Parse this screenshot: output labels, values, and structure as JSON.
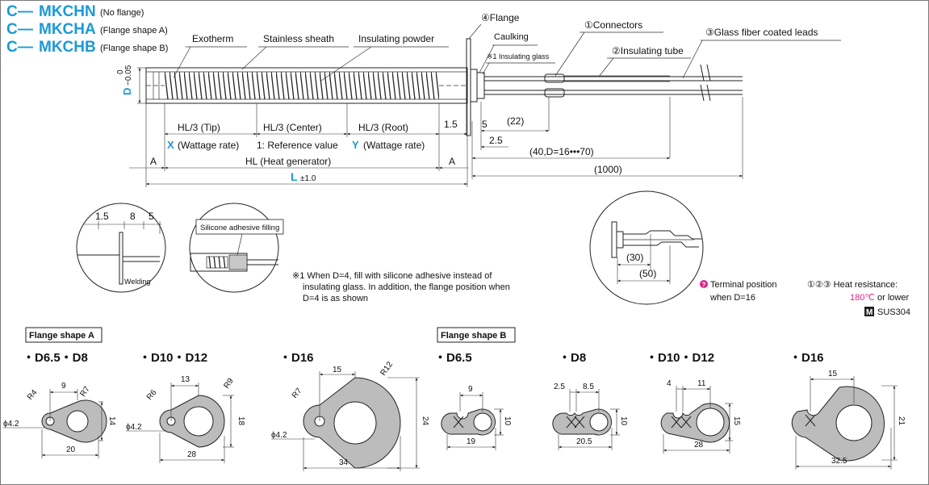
{
  "models": {
    "c_prefix": "C",
    "dash": "—",
    "mkchn": "MKCHN",
    "mkchn_note": "(No flange)",
    "mkcha": "MKCHA",
    "mkcha_note": "(Flange shape A)",
    "mkchb": "MKCHB",
    "mkchb_note": "(Flange shape B)"
  },
  "labels": {
    "exotherm": "Exotherm",
    "stainless_sheath": "Stainless sheath",
    "insulating_powder": "Insulating powder",
    "flange": "④Flange",
    "caulking": "Caulking",
    "insulating_glass": "※1 Insulating glass",
    "connectors": "①Connectors",
    "insulating_tube": "②Insulating tube",
    "glass_fiber_leads": "③Glass fiber coated leads",
    "diameter_d": "D",
    "tol_zero": "0",
    "tol_minus": "−0.05"
  },
  "dims": {
    "hl3_tip": "HL/3 (Tip)",
    "hl3_center": "HL/3 (Center)",
    "hl3_root": "HL/3 (Root)",
    "x_letter": "X",
    "x_wattage": "(Wattage rate)",
    "reference": "1: Reference value",
    "y_letter": "Y",
    "y_wattage": "(Wattage rate)",
    "a_left": "A",
    "hl": "HL (Heat generator)",
    "a_right": "A",
    "l_letter": "L",
    "l_tol": "±1.0",
    "d_1_5": "1.5",
    "d_5": "5",
    "d_22": "(22)",
    "d_2_5": "2.5",
    "d_40": "(40,D=16•••70)",
    "d_1000": "(1000)"
  },
  "detail": {
    "c1": "1.5",
    "c8": "8",
    "c5": "5",
    "welding": "Welding",
    "silicone": "Silicone adhesive filling",
    "note_line1": "※1 When D=4, fill with silicone adhesive instead of",
    "note_line2": "insulating glass. In addition, the flange position when",
    "note_line3": "D=4 is as shown",
    "d30": "(30)",
    "d50": "(50)",
    "terminal_line1": "Terminal position",
    "terminal_line2": "when D=16",
    "heat_line1": "①②③ Heat resistance:",
    "heat_temp": "180℃",
    "heat_or_lower": "or lower",
    "material_badge": "M",
    "material": "SUS304"
  },
  "flange_a": {
    "title": "Flange shape A",
    "d65_d8": {
      "label": "・D6.5・D8",
      "w_top": "9",
      "r1": "R4",
      "r2": "R7",
      "phi": "ϕ4.2",
      "h": "14",
      "w": "20"
    },
    "d10_d12": {
      "label": "・D10・D12",
      "w_top": "13",
      "r1": "R6",
      "r2": "R9",
      "phi": "ϕ4.2",
      "h": "18",
      "w": "28"
    },
    "d16": {
      "label": "・D16",
      "w_top": "15",
      "r1": "R7",
      "r2": "R12",
      "phi": "ϕ4.2",
      "h": "24",
      "w": "34"
    }
  },
  "flange_b": {
    "title": "Flange shape B",
    "d65": {
      "label": "・D6.5",
      "w_top": "9",
      "h": "10",
      "w": "19"
    },
    "d8": {
      "label": "・D8",
      "a": "2.5",
      "b": "8.5",
      "h": "10",
      "w": "20.5"
    },
    "d10_d12": {
      "label": "・D10・D12",
      "a": "4",
      "b": "11",
      "h": "15",
      "w": "28"
    },
    "d16": {
      "label": "・D16",
      "w_top": "15",
      "h": "21",
      "w": "32.5"
    }
  },
  "colors": {
    "accent": "#1a9ad8",
    "pink": "#e0218a"
  }
}
